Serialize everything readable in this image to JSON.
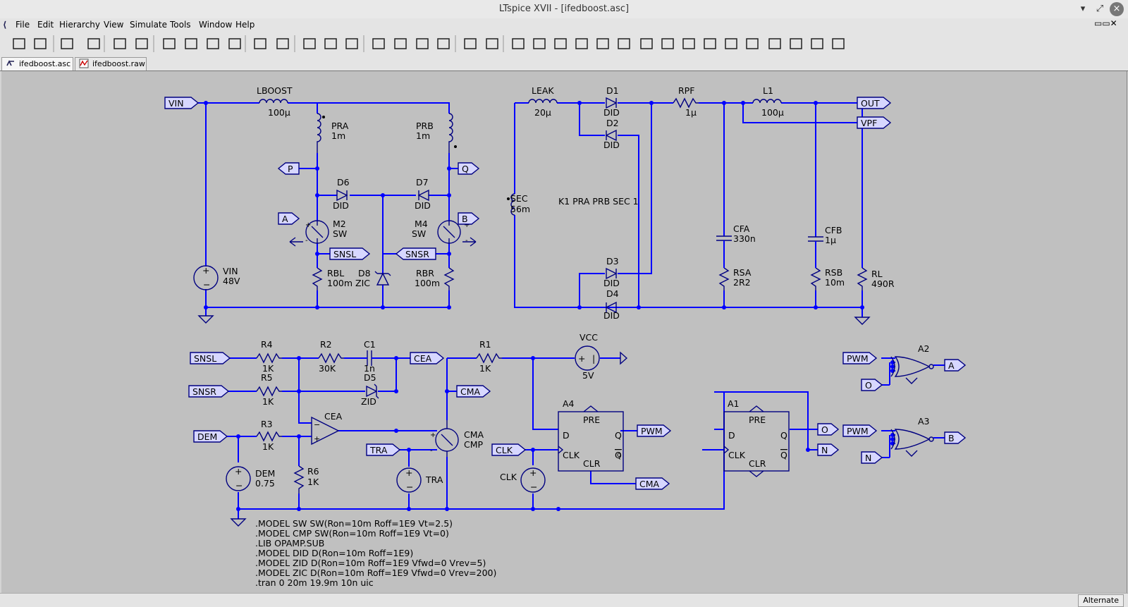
{
  "window": {
    "title": "LTspice XVII - [ifedboost.asc]"
  },
  "menu": [
    "File",
    "Edit",
    "Hierarchy",
    "View",
    "Simulate",
    "Tools",
    "Window",
    "Help"
  ],
  "toolbar": [
    "run-icon",
    "open-icon",
    "save-icon",
    "control-panel-icon",
    "halt-icon",
    "pan-icon",
    "zoom-in-icon",
    "zoom-full-icon",
    "zoom-out-icon",
    "zoom-cancel-icon",
    "waveform-icon",
    "autorange-icon",
    "tile-h-icon",
    "tile-v-icon",
    "cascade-icon",
    "cut-icon",
    "copy-icon",
    "paste-icon",
    "find-icon",
    "print-setup-icon",
    "print-icon",
    "draw-wire-icon",
    "ground-icon",
    "label-net-icon",
    "resistor-icon",
    "capacitor-icon",
    "inductor-icon",
    "diode-icon",
    "component-icon",
    "move-icon",
    "drag-icon",
    "undo-icon",
    "redo-icon",
    "rotate-icon",
    "mirror-icon",
    "text-icon",
    "spice-directive-icon"
  ],
  "tabs": [
    {
      "label": "ifedboost.asc",
      "active": true
    },
    {
      "label": "ifedboost.raw",
      "active": false
    }
  ],
  "status": {
    "mode": "Alternate"
  },
  "schematic": {
    "netlabels": [
      "VIN",
      "OUT",
      "VPF",
      "P",
      "Q",
      "A",
      "B",
      "SNSL",
      "SNSR",
      "SNSL",
      "SNSR",
      "DEM",
      "CEA",
      "CMA",
      "TRA",
      "CLK",
      "PWM",
      "CMA",
      "O",
      "N",
      "PWM",
      "O",
      "A",
      "PWM",
      "N",
      "B"
    ],
    "components": [
      {
        "ref": "LBOOST",
        "value": "100µ"
      },
      {
        "ref": "PRA",
        "value": "1m"
      },
      {
        "ref": "PRB",
        "value": "1m"
      },
      {
        "ref": "D6",
        "value": "DID"
      },
      {
        "ref": "D7",
        "value": "DID"
      },
      {
        "ref": "M2",
        "value": "SW"
      },
      {
        "ref": "M4",
        "value": "SW"
      },
      {
        "ref": "VIN",
        "value": "48V"
      },
      {
        "ref": "RBL",
        "value": "100m"
      },
      {
        "ref": "D8",
        "value": "ZIC"
      },
      {
        "ref": "RBR",
        "value": "100m"
      },
      {
        "ref": "LEAK",
        "value": "20µ"
      },
      {
        "ref": "D1",
        "value": "DID"
      },
      {
        "ref": "D2",
        "value": "DID"
      },
      {
        "ref": "D3",
        "value": "DID"
      },
      {
        "ref": "D4",
        "value": "DID"
      },
      {
        "ref": "RPF",
        "value": "1µ"
      },
      {
        "ref": "L1",
        "value": "100µ"
      },
      {
        "ref": "SEC",
        "value": "56m"
      },
      {
        "ref": "CFA",
        "value": "330n"
      },
      {
        "ref": "RSA",
        "value": "2R2"
      },
      {
        "ref": "CFB",
        "value": "1µ"
      },
      {
        "ref": "RSB",
        "value": "10m"
      },
      {
        "ref": "RL",
        "value": "490R"
      },
      {
        "ref": "R4",
        "value": "1K"
      },
      {
        "ref": "R2",
        "value": "30K"
      },
      {
        "ref": "C1",
        "value": "1n"
      },
      {
        "ref": "R5",
        "value": "1K"
      },
      {
        "ref": "D5",
        "value": "ZID"
      },
      {
        "ref": "R3",
        "value": "1K"
      },
      {
        "ref": "CEA",
        "value": ""
      },
      {
        "ref": "DEM",
        "value": "0.75"
      },
      {
        "ref": "R6",
        "value": "1K"
      },
      {
        "ref": "R1",
        "value": "1K"
      },
      {
        "ref": "VCC",
        "value": "5V"
      },
      {
        "ref": "CMA",
        "value": "CMP"
      },
      {
        "ref": "TRA",
        "value": ""
      },
      {
        "ref": "CLK",
        "value": ""
      },
      {
        "ref": "A4",
        "value": ""
      },
      {
        "ref": "A1",
        "value": ""
      },
      {
        "ref": "A2",
        "value": ""
      },
      {
        "ref": "A3",
        "value": ""
      }
    ],
    "couple": "K1 PRA PRB SEC 1",
    "pins": {
      "pre": "PRE",
      "clr": "CLR",
      "d": "D",
      "clk": "CLK",
      "q": "Q",
      "qbar": "Q"
    },
    "directives": [
      ".MODEL SW SW(Ron=10m Roff=1E9 Vt=2.5)",
      ".MODEL CMP SW(Ron=10m Roff=1E9 Vt=0)",
      ".LIB OPAMP.SUB",
      ".MODEL DID D(Ron=10m Roff=1E9)",
      ".MODEL ZID D(Ron=10m Roff=1E9 Vfwd=0 Vrev=5)",
      ".MODEL ZIC D(Ron=10m Roff=1E9 Vfwd=0 Vrev=200)",
      ".tran 0 20m 19.9m 10n uic"
    ]
  }
}
